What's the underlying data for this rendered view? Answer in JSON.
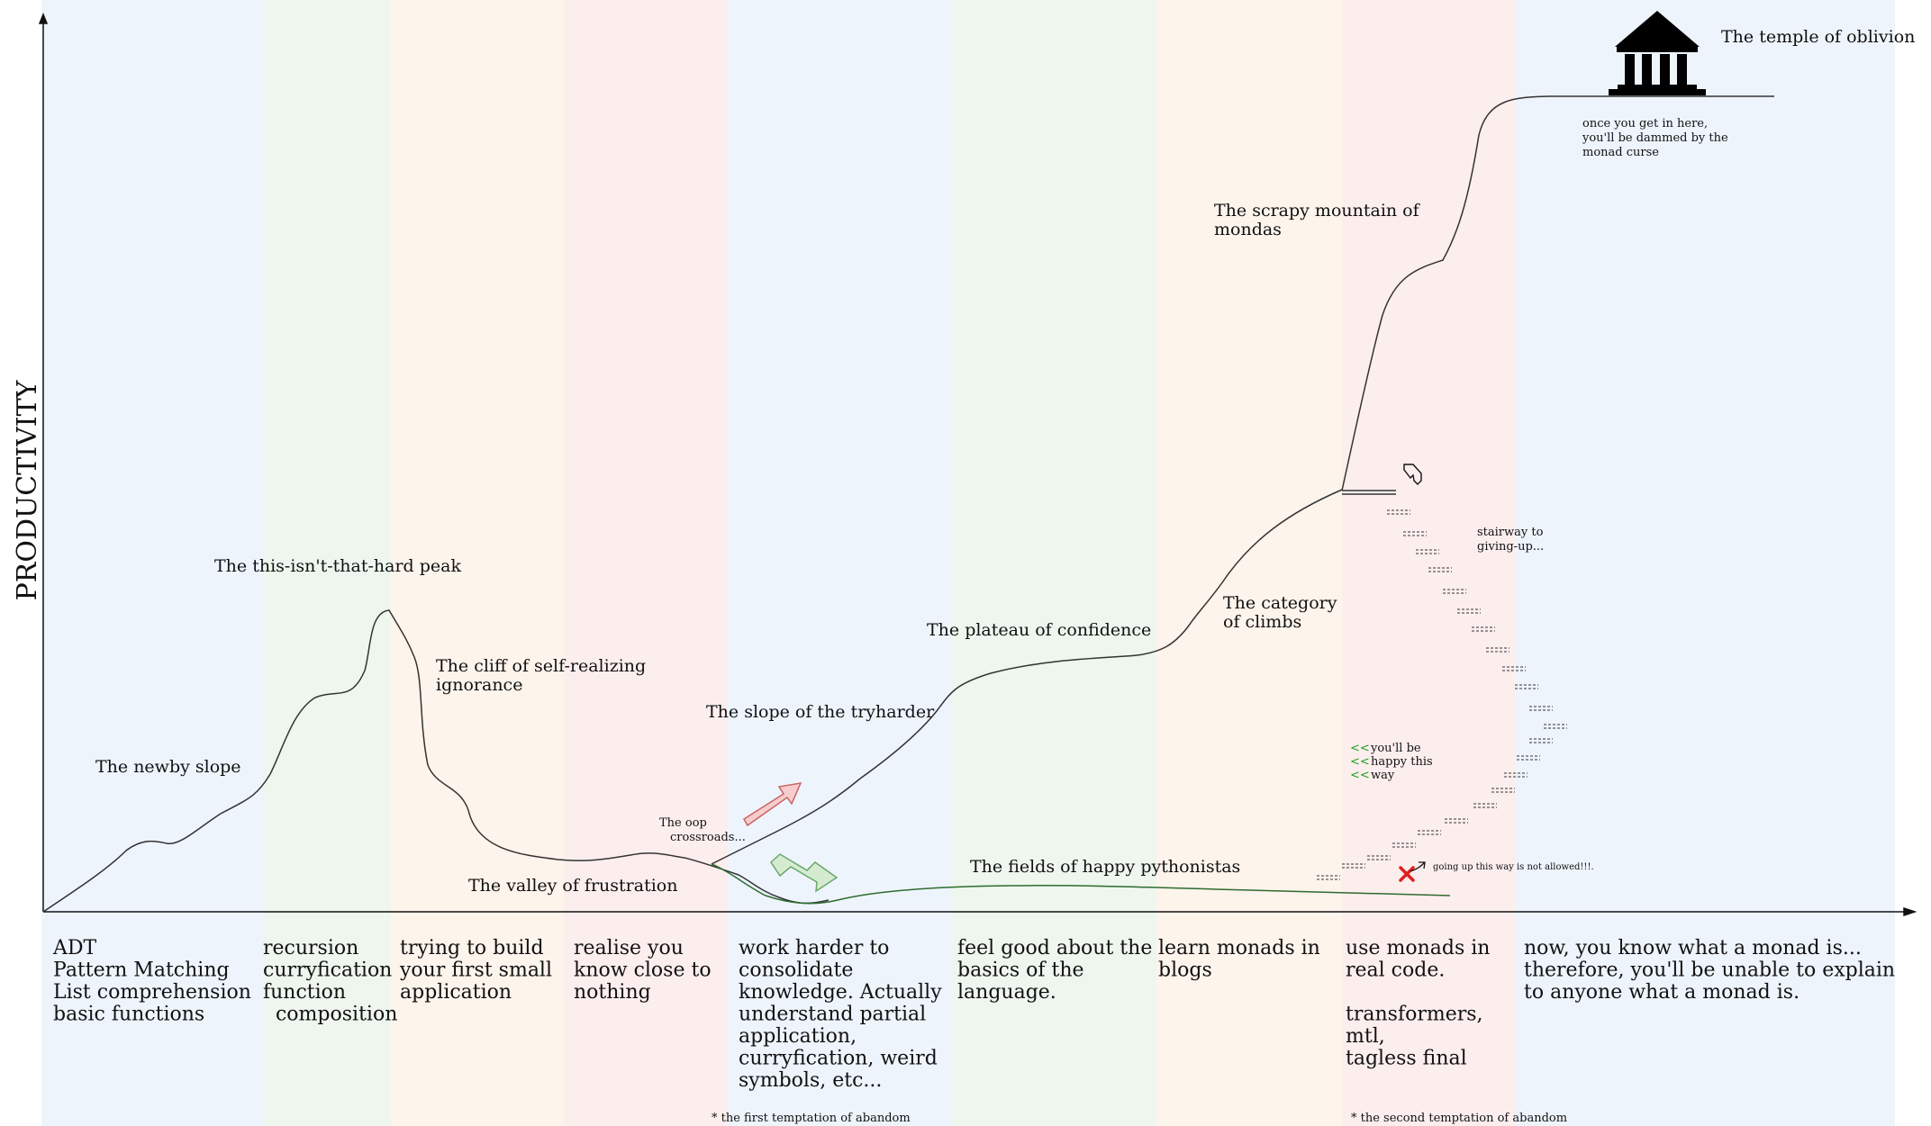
{
  "y_axis_label": "PRODUCTIVITY",
  "bands": [
    {
      "color": "#eef4fc"
    },
    {
      "color": "#eef6ee"
    },
    {
      "color": "#fdf4ec"
    },
    {
      "color": "#fdeeee"
    },
    {
      "color": "#eef4fc"
    },
    {
      "color": "#eef6ee"
    },
    {
      "color": "#fdf4ec"
    },
    {
      "color": "#fdeeee"
    },
    {
      "color": "#eef4fc"
    }
  ],
  "stages": {
    "newby_slope": "The newby slope",
    "peak": "The this-isn't-that-hard peak",
    "cliff_line1": "The cliff of self-realizing",
    "cliff_line2": "ignorance",
    "valley": "The valley of frustration",
    "oop_line1": "The oop",
    "oop_line2": "crossroads...",
    "tryharder": "The slope of the tryharder",
    "plateau": "The plateau of confidence",
    "pythonistas": "The fields of happy pythonistas",
    "category_line1": "The category",
    "category_line2": "of climbs",
    "mountain_line1": "The scrapy mountain of",
    "mountain_line2": "mondas",
    "temple": "The temple of oblivion",
    "temple_note_line1": "once you get in here,",
    "temple_note_line2": "you'll be dammed by the",
    "temple_note_line3": "monad curse",
    "stairway_line1": "stairway to",
    "stairway_line2": "giving-up...",
    "happy_line1": "you'll be",
    "happy_line2": "happy this",
    "happy_line3": "way",
    "happy_marker": "<<",
    "not_allowed": "going up this way is not allowed!!!."
  },
  "bottom_columns": [
    {
      "lines": [
        "ADT",
        "Pattern Matching",
        "List comprehension",
        "basic functions"
      ]
    },
    {
      "lines": [
        "recursion",
        "curryfication",
        "function",
        "  composition"
      ]
    },
    {
      "lines": [
        "trying to build",
        "your first small",
        "application"
      ]
    },
    {
      "lines": [
        "realise you",
        "know close to",
        "nothing"
      ]
    },
    {
      "lines": [
        "work harder to",
        "consolidate",
        "knowledge. Actually",
        "understand partial",
        "application,",
        "curryfication, weird",
        "symbols, etc..."
      ]
    },
    {
      "lines": [
        "feel good about the",
        "basics of the",
        "language."
      ]
    },
    {
      "lines": [
        "learn monads in",
        "blogs"
      ]
    },
    {
      "lines": [
        "use monads in",
        "real code.",
        "",
        "transformers,",
        "mtl,",
        "tagless final"
      ]
    },
    {
      "lines": [
        "now, you know what a monad is...",
        "therefore, you'll be unable to explain",
        "to anyone what a monad is."
      ]
    }
  ],
  "footnotes": {
    "first": "* the first temptation of abandom",
    "second": "* the second temptation of abandom"
  },
  "colors": {
    "axis": "#111111",
    "main_curve": "#333333",
    "python_curve": "#2e6b2e",
    "red_arrow_fill": "#f8cccc",
    "red_arrow_stroke": "#c86464",
    "green_arrow_fill": "#d5ebd0",
    "green_arrow_stroke": "#6aa86a",
    "cross": "#e02020"
  }
}
